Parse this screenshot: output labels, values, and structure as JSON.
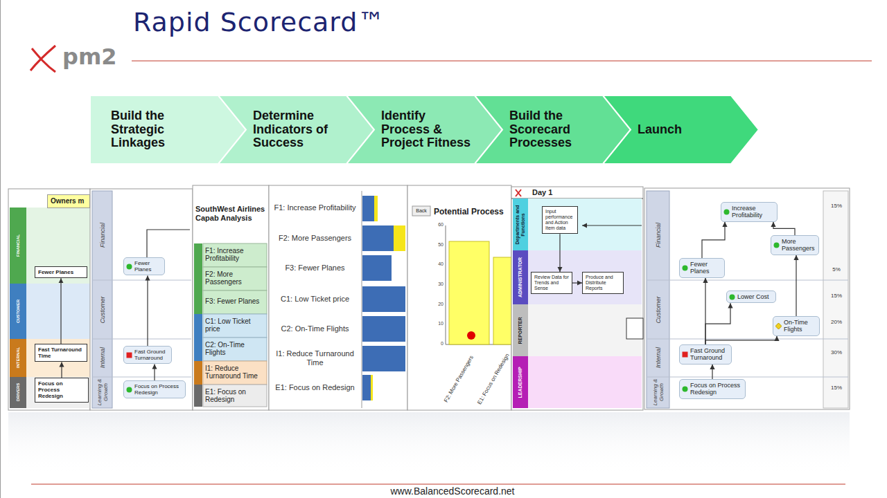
{
  "diagram": {
    "title": "Rapid Scorecard™",
    "nodes": [
      {
        "text": [
          "Build the Strategic Linkages"
        ]
      },
      {
        "text": [
          "Determine Indicators of Success"
        ]
      },
      {
        "text": [
          "Identify Process & Project Fitness"
        ]
      },
      {
        "text": [
          "Build the Scorecard Processes"
        ]
      },
      {
        "text": [
          "Launch"
        ]
      },
      {
        "text": [
          "Owners m"
        ]
      },
      {
        "text": [
          "Fewer Planes"
        ]
      },
      {
        "text": [
          "Fast Turnaround Time"
        ]
      },
      {
        "text": [
          "Focus on Process Redesign"
        ]
      },
      {
        "text": [
          "Fewer Planes"
        ]
      },
      {
        "text": [
          "Fast Ground Turnaround"
        ]
      },
      {
        "text": [
          "Focus on Process Redesign"
        ]
      },
      {
        "text": [
          "Input performance and Action Item data"
        ]
      },
      {
        "text": [
          "Review Data for Trends and Sense"
        ]
      },
      {
        "text": [
          "Produce and Distribute Reports"
        ]
      },
      {
        "text": [
          "Increase Profitability"
        ]
      },
      {
        "text": [
          "More Passengers"
        ]
      },
      {
        "text": [
          "Fewer Planes"
        ]
      },
      {
        "text": [
          "Lower Cost"
        ]
      },
      {
        "text": [
          "On-Time Flights"
        ]
      },
      {
        "text": [
          "Fast Ground Turnaround"
        ]
      },
      {
        "text": [
          "Focus on Process Redesign"
        ]
      }
    ],
    "edges": [
      {
        "from": 8,
        "to": 7,
        "arrow": "to"
      },
      {
        "from": 7,
        "to": 6,
        "arrow": "to"
      },
      {
        "from": 11,
        "to": 10,
        "arrow": "to"
      },
      {
        "from": 10,
        "to": 9,
        "arrow": "to"
      },
      {
        "from": 12,
        "to": 13,
        "arrow": "to"
      },
      {
        "from": 13,
        "to": 14,
        "arrow": "to"
      },
      {
        "from": 21,
        "to": 20,
        "arrow": "to"
      },
      {
        "from": 20,
        "to": 17,
        "arrow": "to"
      },
      {
        "from": 20,
        "to": 18,
        "arrow": "to"
      },
      {
        "from": 20,
        "to": 19,
        "arrow": "to"
      },
      {
        "from": 17,
        "to": 15,
        "arrow": "to"
      },
      {
        "from": 19,
        "to": 16,
        "arrow": "to"
      },
      {
        "from": 16,
        "to": 15,
        "arrow": "to"
      }
    ],
    "labels": [
      "pm2",
      "FINANCIAL",
      "CUSTOMER",
      "INTERNAL",
      "DRIVERS",
      "Financial",
      "Customer",
      "Internal",
      "Learning & Growth",
      "SouthWest Airlines Capab Analysis",
      "F1: Increase Profitability",
      "F2: More Passengers",
      "F3: Fewer Planes",
      "C1: Low Ticket price",
      "C2: On-Time Flights",
      "I1: Reduce Turnaround Time",
      "E1: Focus on Redesign",
      "F1: Increase Profitability",
      "F2: More Passengers",
      "F3: Fewer Planes",
      "C1: Low Ticket price",
      "C2: On-Time Flights",
      "I1: Reduce Turnaround Time",
      "E1: Focus on Redesign",
      "Back",
      "Potential Process",
      "60",
      "50",
      "40",
      "30",
      "20",
      "10",
      "0",
      "F2: More Passengers",
      "E1: Focus on Redesign",
      "Day 1",
      "Departments and Functions",
      "ADMINISTRATOR",
      "REPORTER",
      "LEADERSHIP",
      "Financial",
      "Customer",
      "Internal",
      "Learning & Growth",
      "15%",
      "5%",
      "15%",
      "20%",
      "30%",
      "15%",
      "www.BalancedScorecard.net"
    ]
  }
}
